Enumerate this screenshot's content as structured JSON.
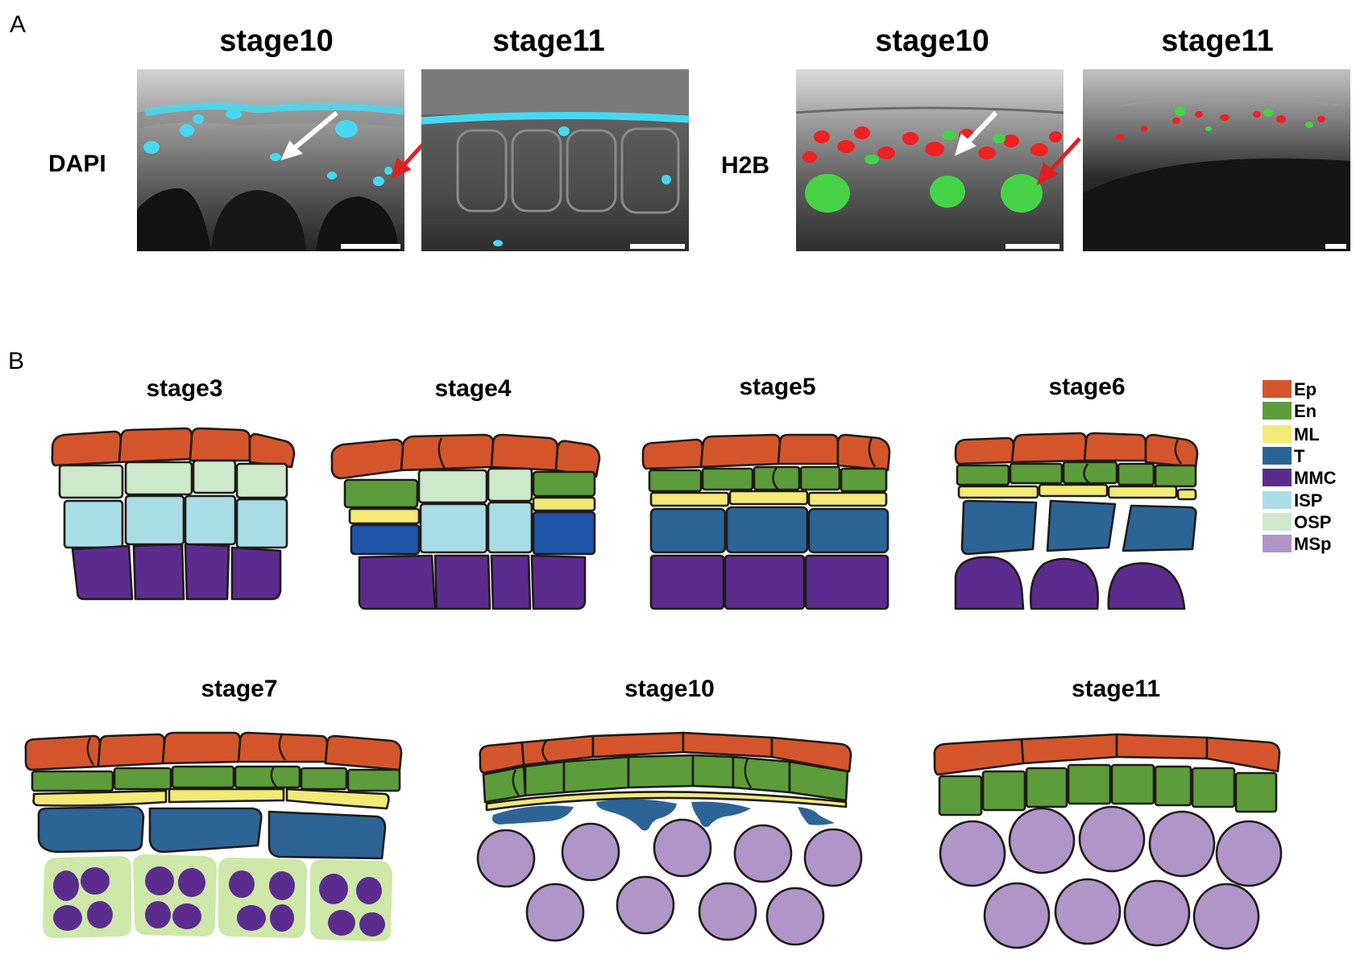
{
  "panels": {
    "a": {
      "letter": "A",
      "columns": [
        "stage10",
        "stage11",
        "stage10",
        "stage11"
      ],
      "row_labels": [
        "DAPI",
        "H2B"
      ]
    },
    "b": {
      "letter": "B",
      "stages_top": [
        "stage3",
        "stage4",
        "stage5",
        "stage6"
      ],
      "stages_bottom": [
        "stage7",
        "stage10",
        "stage11"
      ]
    }
  },
  "legend": [
    {
      "label": "Ep",
      "color": "#d4552b"
    },
    {
      "label": "En",
      "color": "#5c9c3a"
    },
    {
      "label": "ML",
      "color": "#f2ea75"
    },
    {
      "label": "T",
      "color": "#2c6496"
    },
    {
      "label": "MMC",
      "color": "#5b2c8e"
    },
    {
      "label": "ISP",
      "color": "#a9dde6"
    },
    {
      "label": "OSP",
      "color": "#cde8cb"
    },
    {
      "label": "MSp",
      "color": "#b095c8"
    }
  ],
  "colors": {
    "dapi": "#46d8f0",
    "h2b_red": "#ee2222",
    "h2b_green": "#46d246",
    "arrow_white": "#ffffff",
    "arrow_red": "#e02020"
  }
}
